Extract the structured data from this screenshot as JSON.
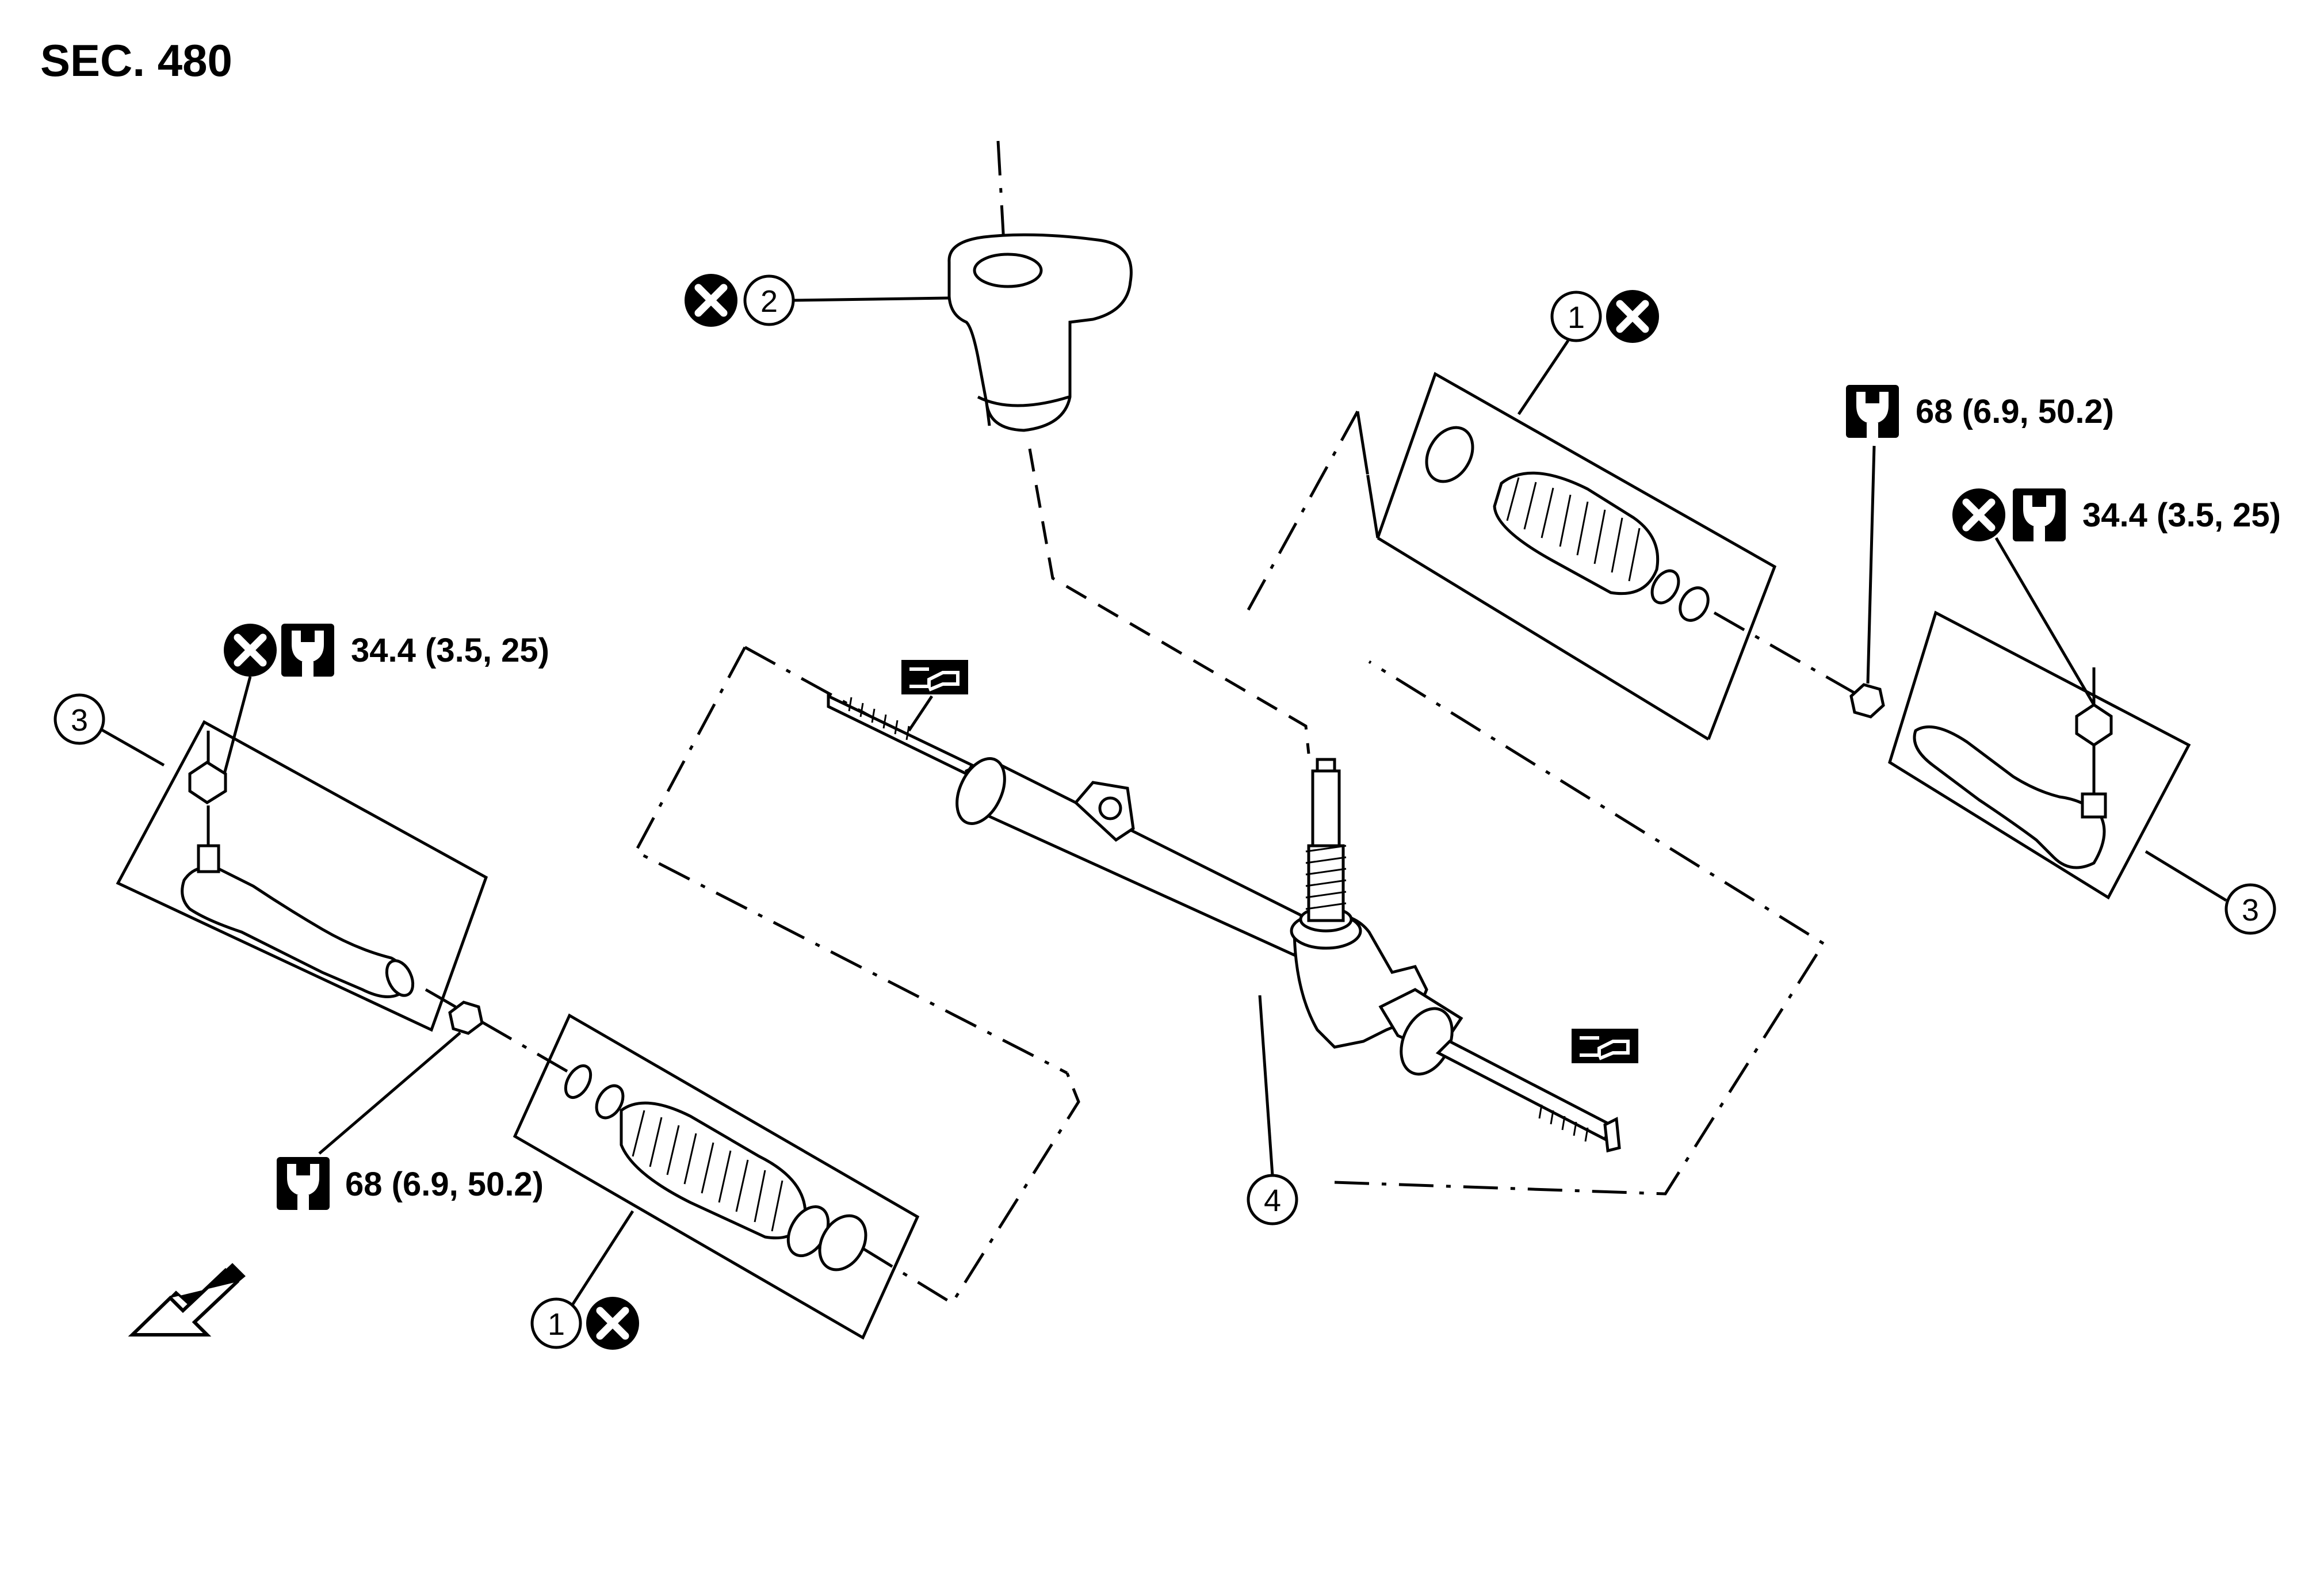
{
  "section_label": "SEC. 480",
  "callouts": {
    "c1_top": "1",
    "c1_bottom": "1",
    "c2": "2",
    "c3_left": "3",
    "c3_right": "3",
    "c4": "4"
  },
  "torques": {
    "right_nut": "68 (6.9, 50.2)",
    "right_ball_joint": "34.4 (3.5, 25)",
    "left_ball_joint": "34.4 (3.5, 25)",
    "left_nut": "68 (6.9, 50.2)"
  },
  "icons": {
    "replace": "do-not-reuse-icon",
    "torque": "tightening-torque-icon",
    "grease": "grease-apply-icon",
    "front": "vehicle-front-arrow-icon"
  }
}
